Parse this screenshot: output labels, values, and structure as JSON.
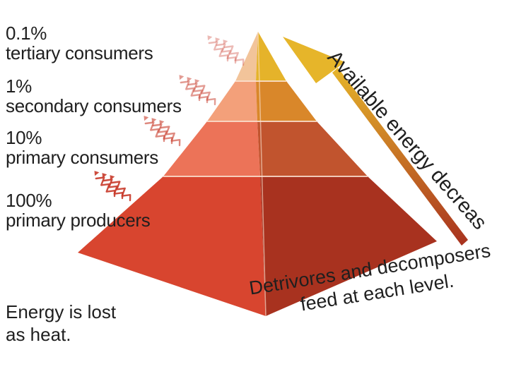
{
  "levels": [
    {
      "percent": "0.1%",
      "name": "tertiary consumers",
      "front_color": "#f2c49a",
      "side_color": "#e5b32a"
    },
    {
      "percent": "1%",
      "name": "secondary consumers",
      "front_color": "#f3a07a",
      "side_color": "#d9872a"
    },
    {
      "percent": "10%",
      "name": "primary consumers",
      "front_color": "#ec7358",
      "side_color": "#c1542e"
    },
    {
      "percent": "100%",
      "name": "primary producers",
      "front_color": "#d8452f",
      "side_color": "#a8321f"
    }
  ],
  "energy_arrow": {
    "label": "Available energy decreases.",
    "color_top": "#e6b52a",
    "color_bottom": "#a8321f"
  },
  "heat_note": {
    "line1": "Energy is lost",
    "line2": "as heat."
  },
  "decomposer_note": {
    "line1": "Detrivores and decomposers",
    "line2": "feed at each level."
  },
  "heat_arrow_color": "#c83a2a"
}
